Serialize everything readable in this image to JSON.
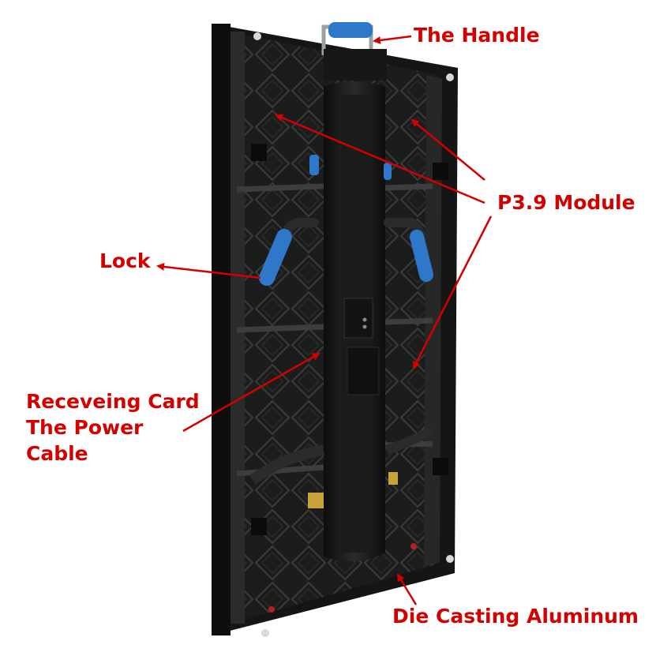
{
  "colors": {
    "annotation": "#d40000",
    "frame": "#111111",
    "cabinet_body": "#1e1f1f",
    "lock_blue": "#2f78c9",
    "handle_blue": "#2f78c9",
    "background": "#ffffff"
  },
  "annotations": {
    "handle": "The Handle",
    "module": "P3.9 Module",
    "lock": "Lock",
    "card_line1": "Receveing Card",
    "card_line2": "The Power",
    "card_line3": "Cable",
    "die_casting": "Die Casting Aluminum"
  }
}
